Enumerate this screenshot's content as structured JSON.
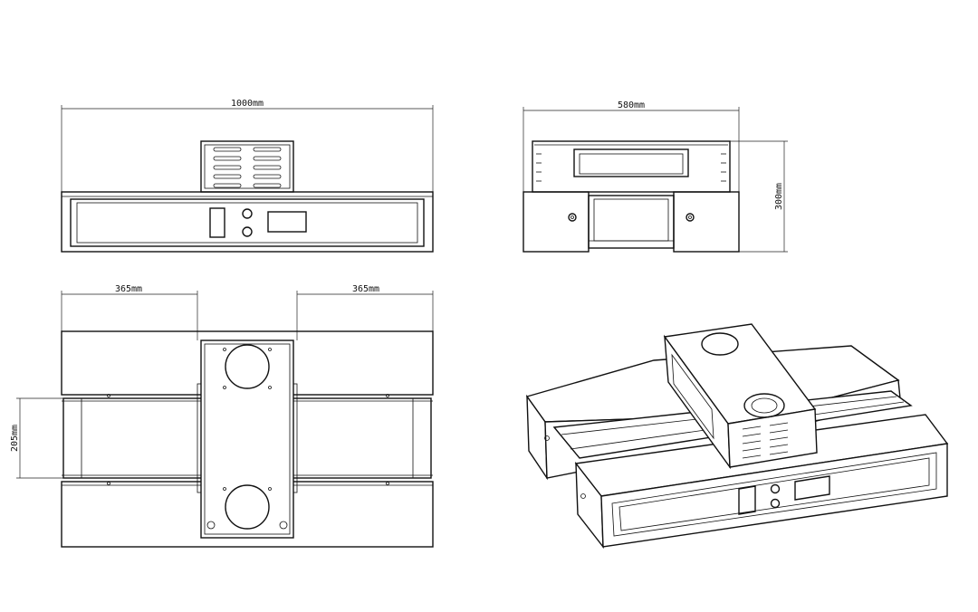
{
  "dimensions": {
    "width_front": "1000mm",
    "width_side": "580mm",
    "height_side": "300mm",
    "offset_left": "365mm",
    "offset_right": "365mm",
    "depth_bottom": "205mm"
  },
  "colors": {
    "line": "#111111",
    "background": "#ffffff"
  }
}
